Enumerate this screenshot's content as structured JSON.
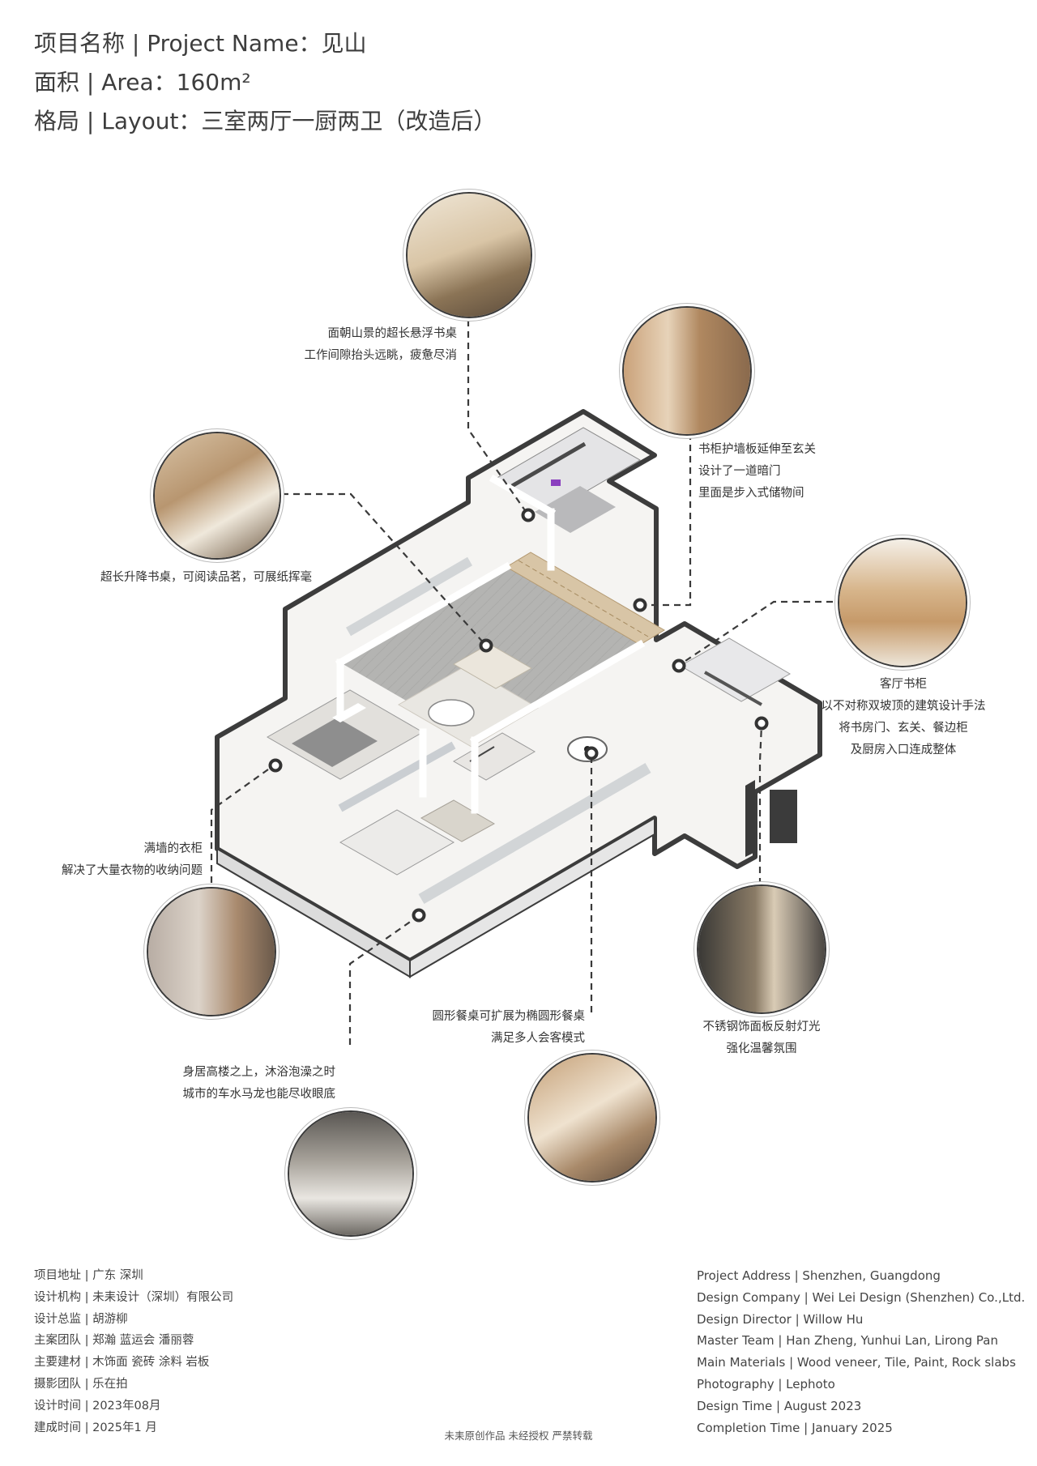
{
  "header": {
    "project_name": "项目名称 | Project Name：见山",
    "area": "面积 | Area：160m²",
    "layout": "格局 | Layout：三室两厅一厨两卫（改造后）"
  },
  "callouts": {
    "study_desk": [
      "面朝山景的超长悬浮书桌",
      "工作间隙抬头远眺，疲惫尽消"
    ],
    "bookcase_panel": [
      "书柜护墙板延伸至玄关",
      "设计了一道暗门",
      "里面是步入式储物间"
    ],
    "lift_desk": [
      "超长升降书桌，可阅读品茗，可展纸挥毫"
    ],
    "living_bookcase": [
      "客厅书柜",
      "以不对称双坡顶的建筑设计手法",
      "将书房门、玄关、餐边柜",
      "及厨房入口连成整体"
    ],
    "wardrobe": [
      "满墙的衣柜",
      "解决了大量衣物的收纳问题"
    ],
    "steel_panel": [
      "不锈钢饰面板反射灯光",
      "强化温馨氛围"
    ],
    "dining_table": [
      "圆形餐桌可扩展为椭圆形餐桌",
      "满足多人会客模式"
    ],
    "bath": [
      "身居高楼之上，沐浴泡澡之时",
      "城市的车水马龙也能尽收眼底"
    ]
  },
  "info_cn": [
    "项目地址 | 广东 深圳",
    "设计机构 | 未耒设计（深圳）有限公司",
    "设计总监 | 胡游柳",
    "主案团队 | 郑瀚 蓝运会 潘丽蓉",
    "主要建材 | 木饰面 瓷砖 涂料 岩板",
    "摄影团队 | 乐在拍",
    "设计时间 | 2023年08月",
    "建成时间 | 2025年1 月"
  ],
  "info_en": [
    "Project Address | Shenzhen, Guangdong",
    "Design Company | Wei Lei Design (Shenzhen) Co.,Ltd.",
    "Design Director | Willow Hu",
    "Master Team | Han Zheng, Yunhui Lan, Lirong Pan",
    "Main Materials | Wood veneer, Tile, Paint, Rock slabs",
    "Photography | Lephoto",
    "Design Time | August 2023",
    "Completion Time | January 2025"
  ],
  "copyright": "未耒原创作品 未经授权 严禁转载"
}
